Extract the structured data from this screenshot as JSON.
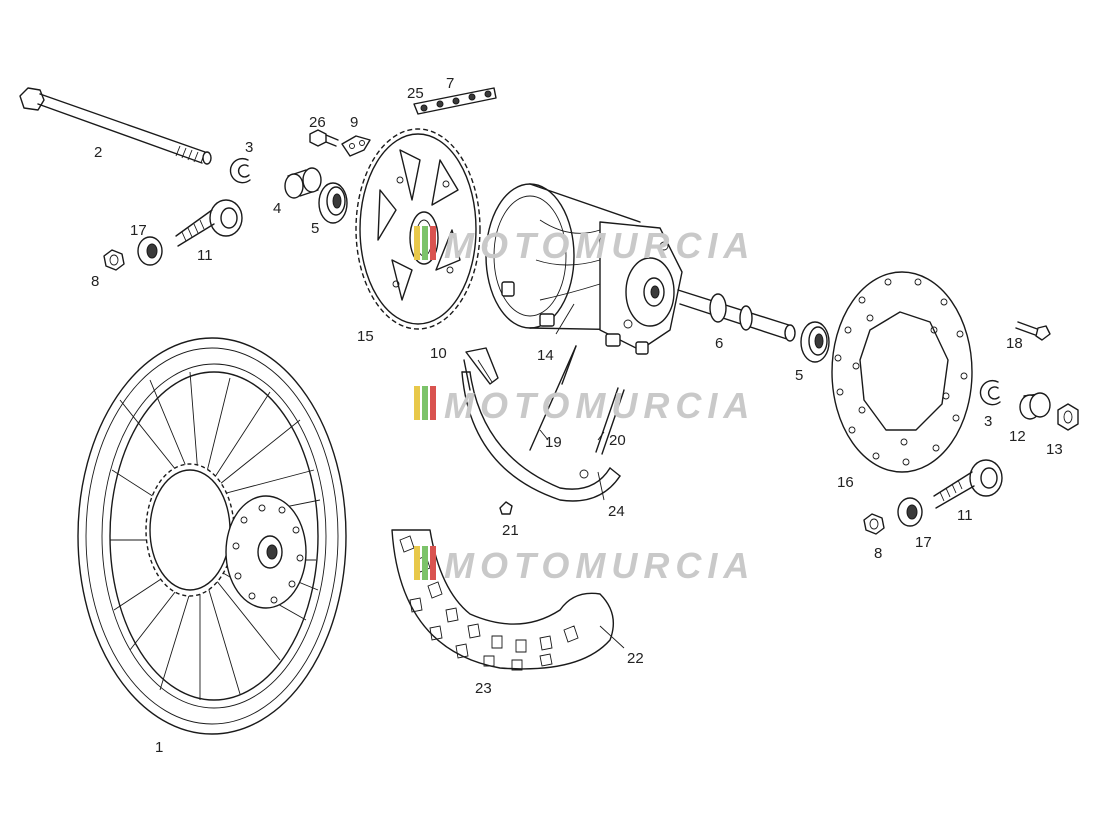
{
  "watermark": {
    "text": "MOTOMURCIA",
    "stripe_colors": [
      "#e8c84a",
      "#7cc36a",
      "#d9534f"
    ]
  },
  "parts": {
    "p1": "1",
    "p2": "2",
    "p3a": "3",
    "p3b": "3",
    "p4": "4",
    "p5a": "5",
    "p5b": "5",
    "p6": "6",
    "p7": "7",
    "p8a": "8",
    "p8b": "8",
    "p9": "9",
    "p10": "10",
    "p11a": "11",
    "p11b": "11",
    "p12": "12",
    "p13": "13",
    "p14": "14",
    "p15": "15",
    "p16": "16",
    "p17a": "17",
    "p17b": "17",
    "p18": "18",
    "p19": "19",
    "p20": "20",
    "p21": "21",
    "p22": "22",
    "p23": "23",
    "p24": "24",
    "p25": "25",
    "p26": "26"
  }
}
